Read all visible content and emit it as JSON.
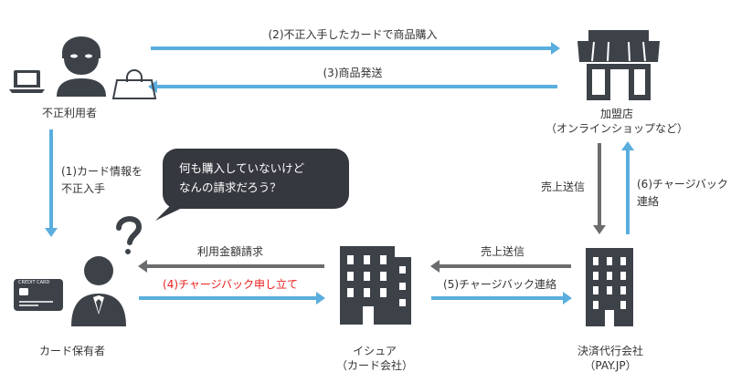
{
  "colors": {
    "blue_arrow": "#5aaede",
    "gray_arrow": "#6b6c6e",
    "icon_dark": "#3d4249",
    "highlight_red": "#e8201d",
    "bubble": "#35383e"
  },
  "actors": {
    "fraudster": {
      "label": "不正利用者",
      "icons": [
        "masked-thief-icon",
        "laptop-icon",
        "shopping-bag-icon"
      ]
    },
    "merchant": {
      "label_line1": "加盟店",
      "label_line2": "（オンラインショップなど）",
      "icon": "storefront-icon"
    },
    "cardholder": {
      "label": "カード保有者",
      "icons": [
        "businessman-icon",
        "credit-card-icon",
        "question-mark-icon"
      ],
      "card_text": "CREDIT CARD"
    },
    "issuer": {
      "label_line1": "イシュア",
      "label_line2": "（カード会社）",
      "icon": "office-building-icon"
    },
    "acquirer": {
      "label_line1": "決済代行会社",
      "label_line2": "（PAY.JP）",
      "icon": "office-building-icon"
    }
  },
  "bubble": {
    "line1": "何も購入していないけど",
    "line2": "なんの請求だろう？"
  },
  "steps": {
    "s1_line1": "(1)カード情報を",
    "s1_line2": "不正入手",
    "s2": "(2)不正入手したカードで商品購入",
    "s3": "(3)商品発送",
    "s4": "(4)チャージバック申し立て",
    "s5": "(5)チャージバック連絡",
    "s6_line1": "(6)チャージバック",
    "s6_line2": "連絡",
    "sales_to_merchant_acq": "売上送信",
    "sales_acq_to_issuer": "売上送信",
    "billing": "利用金額請求"
  }
}
